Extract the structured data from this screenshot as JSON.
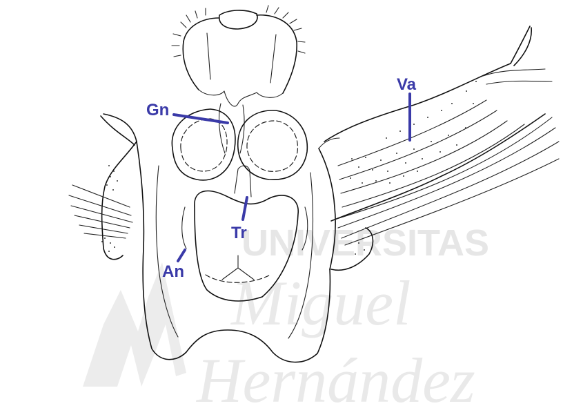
{
  "watermark": {
    "lines": [
      "UNIVERSITAS",
      "Miguel",
      "Hernández"
    ]
  },
  "colors": {
    "label": "#3a3aa8",
    "ink": "#111111",
    "watermark": "#e6e6e6",
    "background": "#ffffff"
  },
  "labels": {
    "gn": "Gn",
    "va": "Va",
    "tr": "Tr",
    "an": "An"
  }
}
